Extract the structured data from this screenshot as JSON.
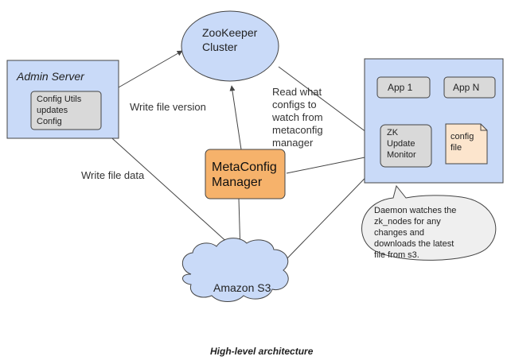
{
  "admin_server": {
    "title": "Admin Server",
    "config_utils": "Config Utils\nupdates\nConfig"
  },
  "zookeeper": {
    "label": "ZooKeeper\nCluster"
  },
  "metaconfig": {
    "label": "MetaConfig\nManager"
  },
  "s3": {
    "label": "Amazon S3"
  },
  "host": {
    "app1": "App 1",
    "appn": "App N",
    "zk_monitor": "ZK\nUpdate\nMonitor",
    "config_file": "config\nfile"
  },
  "edges": {
    "write_version": "Write file version",
    "write_data": "Write file data",
    "read_configs": "Read what\nconfigs to\nwatch from\nmetaconfig\nmanager"
  },
  "callout": "Daemon watches the\nzk_nodes for any\nchanges and\ndownloads the latest\nfile from s3.",
  "caption": "High-level architecture",
  "colors": {
    "blue_fill": "#c9daf8",
    "orange_fill": "#f6b26b",
    "gray_fill": "#d9d9d9",
    "callout_fill": "#efefef",
    "note_fill": "#fce5cd",
    "stroke": "#444444"
  }
}
